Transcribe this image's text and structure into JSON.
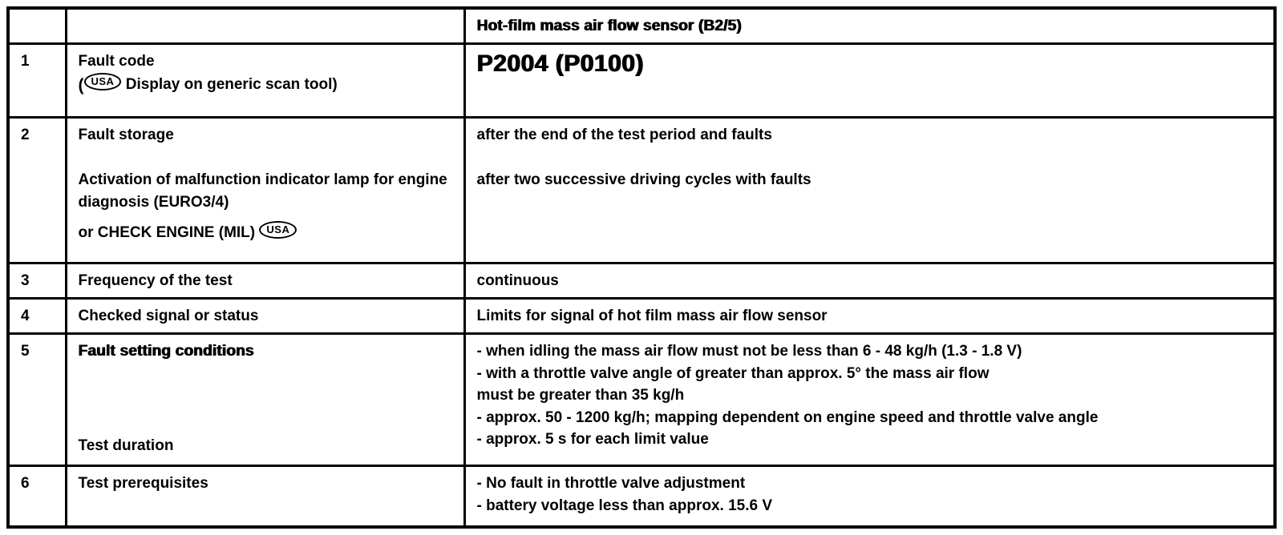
{
  "table": {
    "header": {
      "title": "Hot-film mass air flow sensor (B2/5)"
    },
    "rows": {
      "r1": {
        "num": "1",
        "label": "Fault code",
        "paren_open": "(",
        "usa_badge": "USA",
        "scan_tool_note": "Display on generic scan tool)",
        "value": "P2004 (P0100)"
      },
      "r2": {
        "num": "2",
        "label_fault_storage": "Fault storage",
        "label_mil": "Activation of malfunction indicator lamp for engine diagnosis (EURO3/4)",
        "label_check_engine": "or CHECK ENGINE (MIL)",
        "usa_badge": "USA",
        "value_fault_storage": "after the end of the test period and faults",
        "value_mil": "after two successive driving cycles with faults"
      },
      "r3": {
        "num": "3",
        "label": "Frequency of the test",
        "value": "continuous"
      },
      "r4": {
        "num": "4",
        "label": "Checked signal or status",
        "value": "Limits for signal of hot film mass air flow sensor"
      },
      "r5": {
        "num": "5",
        "label_conditions": "Fault setting conditions",
        "label_duration": "Test duration",
        "value_lines": [
          "- when idling the mass air flow must not be less than 6 - 48 kg/h (1.3 - 1.8 V)",
          "- with a throttle valve angle of greater than approx. 5° the mass air flow",
          "must be greater than 35 kg/h",
          "- approx. 50 - 1200 kg/h; mapping dependent on engine speed and throttle valve angle",
          "- approx. 5 s for each limit value"
        ]
      },
      "r6": {
        "num": "6",
        "label": "Test prerequisites",
        "value_lines": [
          "- No fault in throttle valve adjustment",
          "- battery voltage less than approx. 15.6 V"
        ]
      }
    }
  }
}
